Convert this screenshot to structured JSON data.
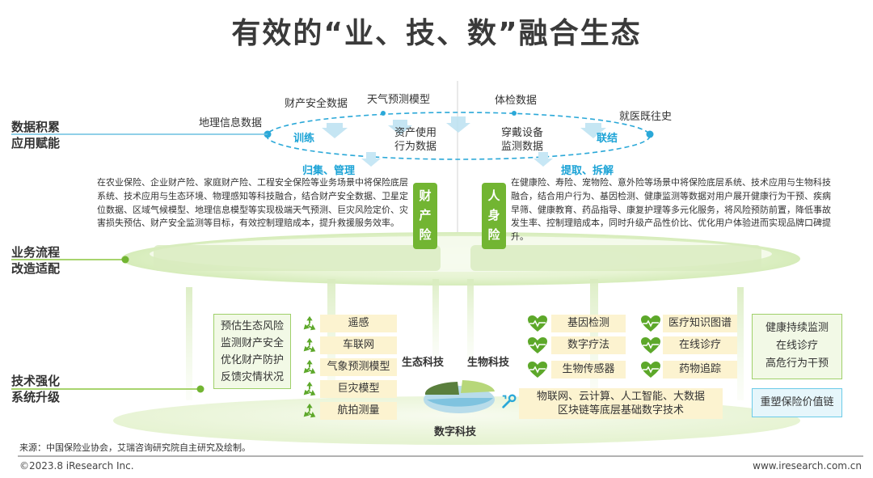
{
  "title": "有效的“业、技、数”融合生态",
  "rows": {
    "data": "数据积累\n应用赋能",
    "process": "业务流程\n改造适配",
    "tech": "技术强化\n系统升级"
  },
  "data_cloud": {
    "left_items": [
      "地理信息数据",
      "财产安全数据",
      "天气预测模型"
    ],
    "right_items": [
      "体检数据",
      "就医既往史"
    ],
    "center_items": [
      "资产使用\n行为数据",
      "穿戴设备\n监测数据"
    ],
    "arrow_left": "训练",
    "arrow_right": "联结",
    "sub_left": "归集、管理",
    "sub_right": "提取、拆解"
  },
  "property": {
    "badge": "财产险",
    "text": "在农业保险、企业财产险、家庭财产险、工程安全保险等业务场景中将保险底层系统、技术应用与生态环境、物理感知等科技融合，结合财产安全数据、卫星定位数据、区域气候模型、地理信息模型等实现极端天气预测、巨灾风险定价、灾害损失预估、财产安全监测等目标，有效控制理赔成本，提升救援服务效率。"
  },
  "life": {
    "badge": "人身险",
    "text": "在健康险、寿险、宠物险、意外险等场景中将保险底层系统、技术应用与生物科技融合，结合用户行为、基因检测、健康监测等数据对用户展开健康行为干预、疾病早筛、健康教育、药品指导、康复护理等多元化服务，将风险预防前置，降低事故发生率、控制理赔成本，同时升级产品性价比、优化用户体验进而实现品牌口碑提升。"
  },
  "eco_tech": {
    "label": "生态科技",
    "left_box": [
      "预估生态风险",
      "监测财产安全",
      "优化财产防护",
      "反馈灾情状况"
    ],
    "items": [
      "遥感",
      "车联网",
      "气象预测模型",
      "巨灾模型",
      "航拍测量"
    ]
  },
  "bio_tech": {
    "label": "生物科技",
    "items_col1": [
      "基因检测",
      "数字疗法",
      "生物传感器"
    ],
    "items_col2": [
      "医疗知识图谱",
      "在线诊疗",
      "药物追踪"
    ],
    "right_box": [
      "健康持续监测",
      "在线诊疗",
      "高危行为干预"
    ],
    "value_box": "重塑保险价值链"
  },
  "digital_tech": {
    "label": "数字科技",
    "text": "物联网、云计算、人工智能、大数据\n区块链等底层基础数字技术"
  },
  "footer": {
    "source": "来源：中国保险业协会，艾瑞咨询研究院自主研究及绘制。",
    "copyright": "©2023.8 iResearch Inc.",
    "url": "www.iresearch.com.cn"
  },
  "colors": {
    "green": "#72b532",
    "cyan": "#1ba3d6",
    "light_green": "#e9f5d8",
    "item_bg": "#fcf3d0"
  }
}
